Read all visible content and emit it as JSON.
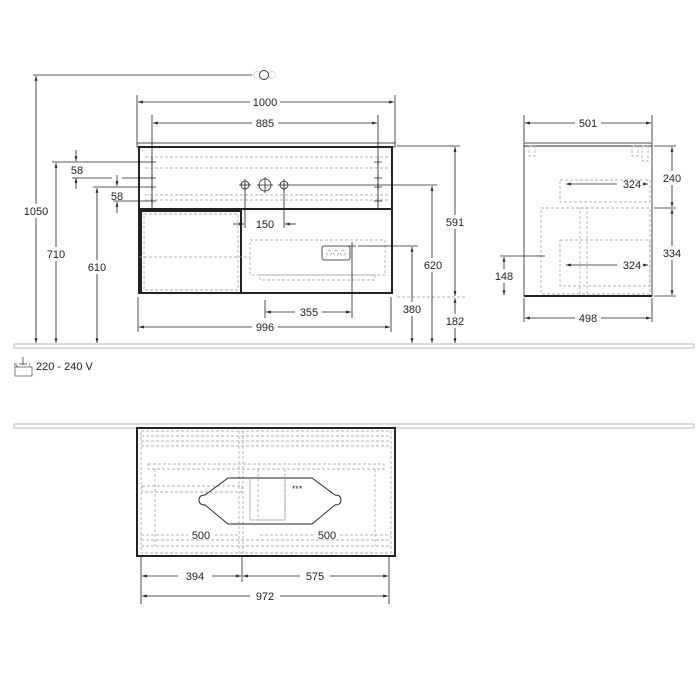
{
  "front_view": {
    "dims": {
      "total_width": "1000",
      "inner_width": "885",
      "total_height": "1050",
      "top_height": "710",
      "drawer_top_height": "610",
      "offset_a": "58",
      "offset_b": "58",
      "tap_offset": "150",
      "bottom_width": "996",
      "socket_offset": "355",
      "cabinet_height": "591",
      "tap_height": "620",
      "socket_height": "380",
      "floor_gap": "182"
    }
  },
  "side_view": {
    "dims": {
      "top_depth": "501",
      "upper_drawer_depth": "324",
      "lower_drawer_depth": "324",
      "upper_height": "240",
      "lower_height": "334",
      "bottom_offset": "148",
      "bottom_depth": "498"
    }
  },
  "plan_view": {
    "dims": {
      "left_drawer": "500",
      "right_drawer": "500",
      "left_offset": "394",
      "right_offset": "575",
      "total": "972"
    },
    "basin_mark": "***"
  },
  "electrical": {
    "icon": "socket-icon",
    "voltage": "220 - 240 V"
  },
  "colors": {
    "line": "#222222",
    "hidden_line": "#999999",
    "background": "#ffffff"
  }
}
